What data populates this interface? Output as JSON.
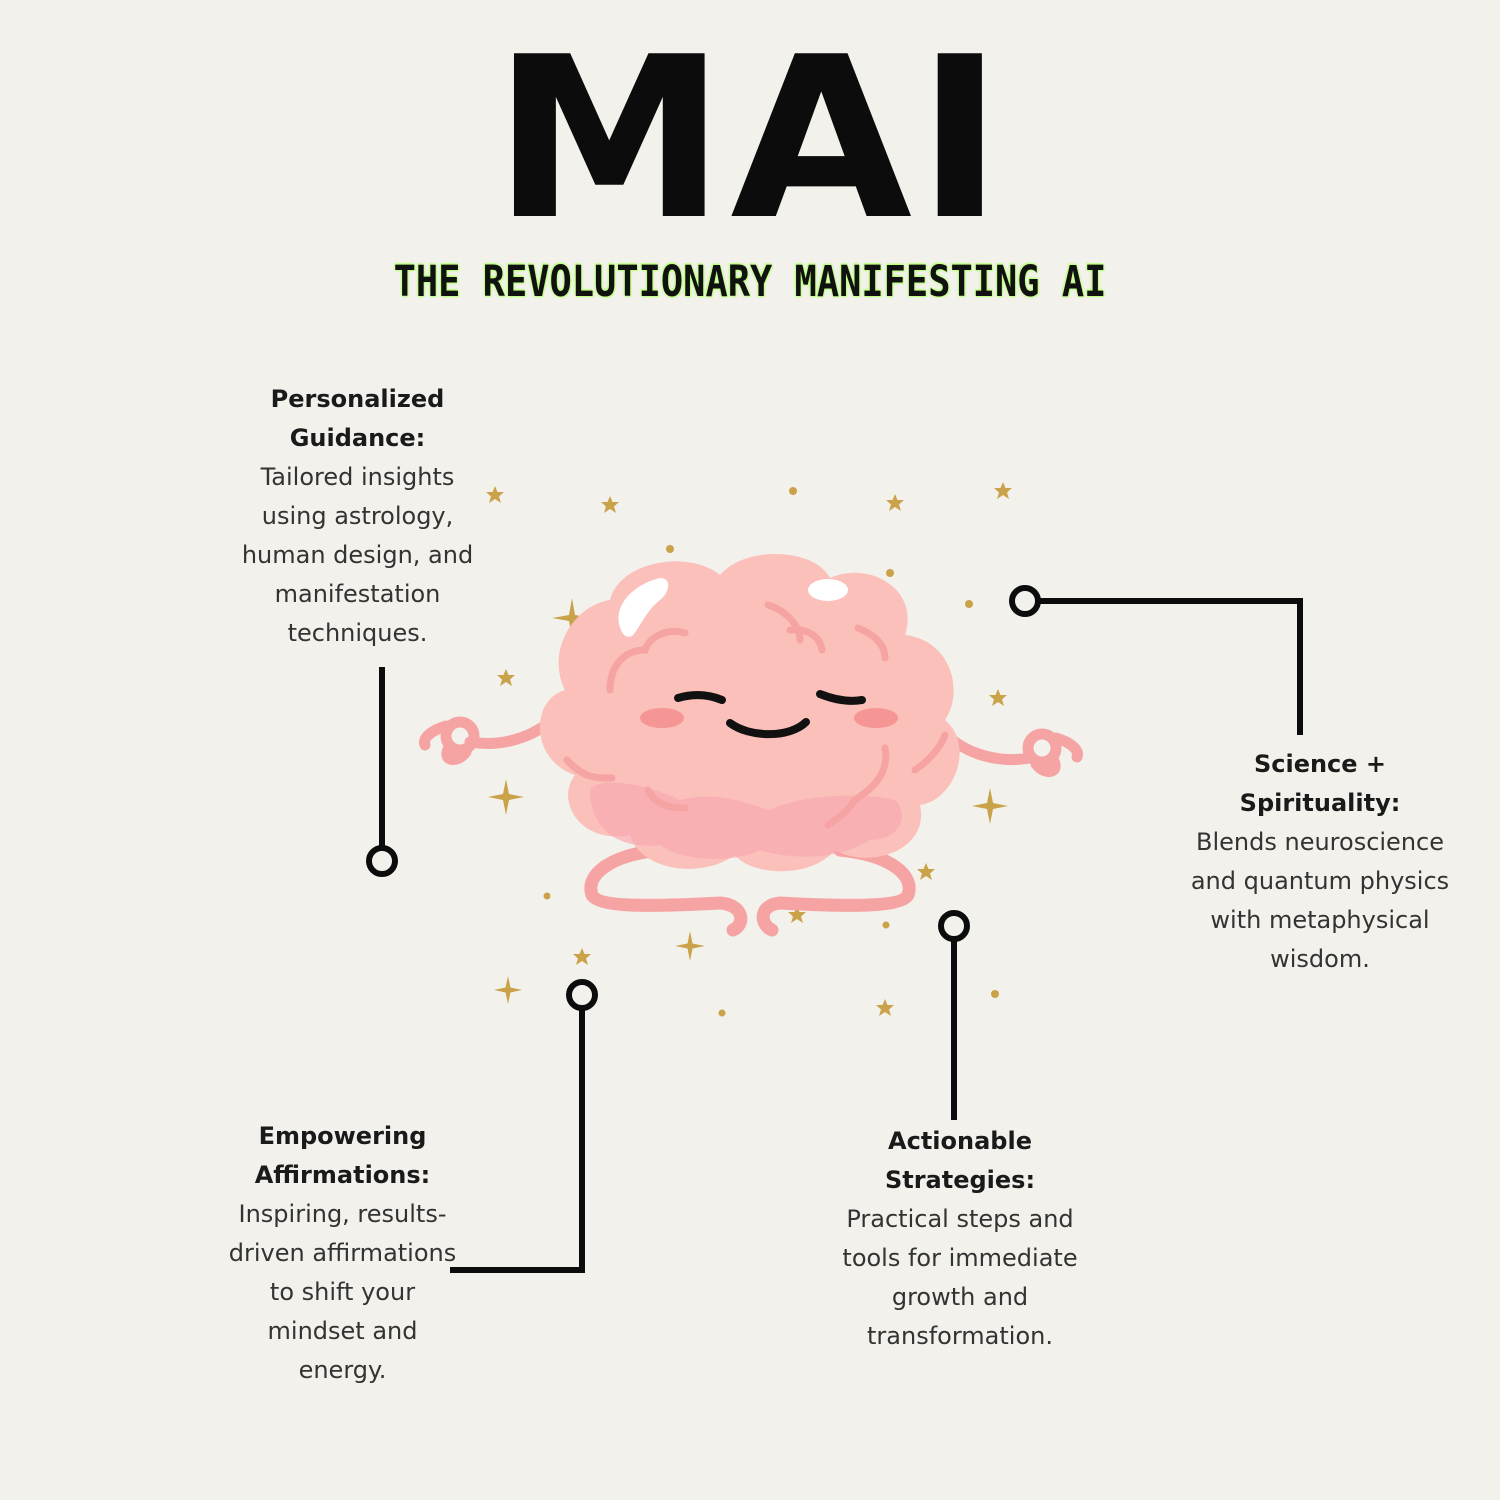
{
  "header": {
    "title": "MAI",
    "subtitle": "THE REVOLUTIONARY MANIFESTING AI"
  },
  "features": [
    {
      "title": "Personalized Guidance:",
      "body": "Tailored insights using astrology, human design, and manifestation techniques."
    },
    {
      "title": "Science + Spirituality:",
      "body": "Blends neuroscience and quantum physics with metaphysical wisdom."
    },
    {
      "title": "Empowering Affirmations:",
      "body": "Inspiring, results-driven affirmations to shift your mindset and energy."
    },
    {
      "title": "Actionable Strategies:",
      "body": "Practical steps and tools for immediate growth and transformation."
    }
  ],
  "illustration": {
    "name": "meditating-brain",
    "colors": {
      "brain": "#fbbdb6",
      "brain_shadow": "#f6a3a3",
      "highlight": "#ffffff",
      "sparkle": "#c9a24a",
      "line": "#0c0c0c"
    }
  }
}
